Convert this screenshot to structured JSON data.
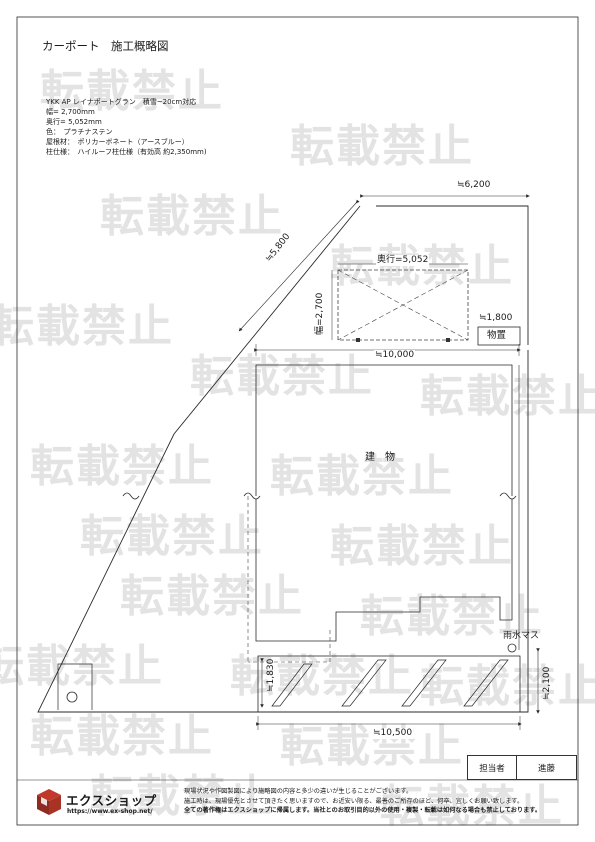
{
  "title": "カーポート　施工概略図",
  "watermark": "転載禁止",
  "spec_lines": [
    "YKK AP レイナポートグラン　積雪~20cm対応",
    "幅= 2,700mm",
    "奥行= 5,052mm",
    "色：　プラチナステン",
    "屋根材：　ポリカーボネート（アースブルー）",
    "柱仕様：　ハイルーフ柱仕様（有効高 約2,350mm)"
  ],
  "dimensions": {
    "top_width": "≒6,200",
    "diagonal": "≒5,800",
    "building_width": "≒10,000",
    "storage_width": "≒1,800",
    "bottom_width": "≒10,500",
    "right_height": "≒2,100",
    "left_height": "≒1,830"
  },
  "carport": {
    "depth": "奥行=5,052",
    "width": "幅=2,700"
  },
  "labels": {
    "building": "建　物",
    "storage": "物置",
    "rain_basin": "雨水マス"
  },
  "footer": {
    "staff_label": "担当者",
    "staff_name": "進藤",
    "company_name": "エクスショップ",
    "company_url": "https://www.ex-shop.net/",
    "notes": [
      "現場状況や作図製図により施略図の内容と多少の違いが生じることがございます。",
      "施工時は、現場優先とさせて頂きたく思いますので、お近安い限る、最善のご所存のほど、何卒、宜しくお願い致します。",
      "全ての著作権はエクスショップに帰属します。当社とのお取引目的以外の使用・複製・転載は如何なる場合も禁止しております。"
    ]
  },
  "colors": {
    "logo_red": "#c0392b",
    "line": "#2a2a2a",
    "watermark": "#c9c9c9"
  }
}
